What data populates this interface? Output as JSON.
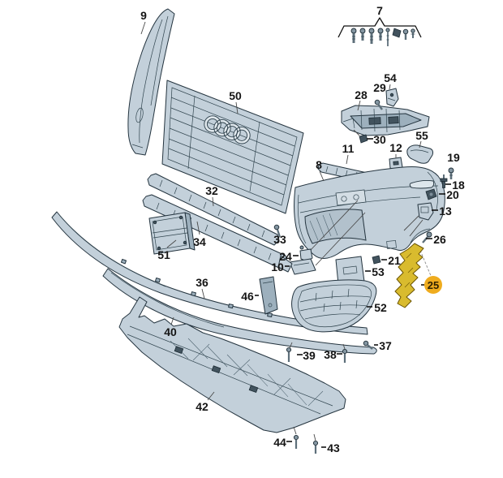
{
  "diagram": {
    "kind": "exploded-parts-diagram",
    "highlighted_part": "25",
    "colors": {
      "background": "#ffffff",
      "part_fill": "#c3d0da",
      "outline": "#24343f",
      "label_color": "#151515"
    },
    "highlight": {
      "part_fill": "#d9bb2e",
      "part_stroke": "#6b5503",
      "badge_fill": "#efac1e",
      "badge_text_color": "#2e2000"
    },
    "parts": [
      {
        "label": "9"
      },
      {
        "label": "7"
      },
      {
        "label": "50"
      },
      {
        "label": "28"
      },
      {
        "label": "29"
      },
      {
        "label": "54"
      },
      {
        "label": "30"
      },
      {
        "label": "11"
      },
      {
        "label": "12"
      },
      {
        "label": "55"
      },
      {
        "label": "8"
      },
      {
        "label": "19"
      },
      {
        "label": "18"
      },
      {
        "label": "20"
      },
      {
        "label": "13"
      },
      {
        "label": "26"
      },
      {
        "label": "21"
      },
      {
        "label": "53"
      },
      {
        "label": "25"
      },
      {
        "label": "24"
      },
      {
        "label": "10"
      },
      {
        "label": "33"
      },
      {
        "label": "32"
      },
      {
        "label": "34"
      },
      {
        "label": "51"
      },
      {
        "label": "36"
      },
      {
        "label": "46"
      },
      {
        "label": "52"
      },
      {
        "label": "40"
      },
      {
        "label": "42"
      },
      {
        "label": "44"
      },
      {
        "label": "43"
      },
      {
        "label": "39"
      },
      {
        "label": "38"
      },
      {
        "label": "37"
      }
    ]
  }
}
